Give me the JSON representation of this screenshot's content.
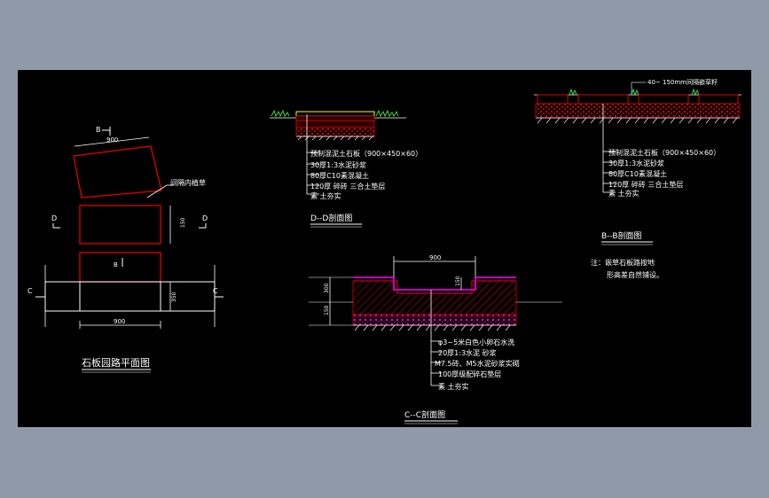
{
  "plan": {
    "title": "石板园路平面图",
    "label_b": "B",
    "label_b_lower": "B",
    "label_d": "D",
    "label_c": "C",
    "dim_width": "900",
    "dim_gap": "150",
    "dim_height": "350",
    "dim_bottom": "900",
    "note": "间隔内植草"
  },
  "section_dd": {
    "title": "D--D剖面图",
    "layers": [
      "预制混泥土石板（900×450×60）",
      "30厚1:3水泥砂浆",
      "80厚C10素混凝土",
      "120厚 碎砖 三合土垫层",
      "素 土夯实"
    ]
  },
  "section_bb": {
    "title": "B--B剖面图",
    "note": "40~ 150mm间隔嵌草籽",
    "layers": [
      "预制混泥土石板（900×450×60）",
      "30厚1:3水泥砂浆",
      "80厚C10素混凝土",
      "120厚 碎砖 三合土垫层",
      "素 土夯实"
    ],
    "remark_1": "注：嵌草石板路按地",
    "remark_2": "形高差自然铺设。"
  },
  "section_cc": {
    "title": "C--C剖面图",
    "dim_top": "900",
    "dim_step": "150",
    "dim_left_top": "300",
    "dim_left_bottom": "150",
    "layers": [
      "φ3~5米白色小卵石水洗",
      "20厚1:3水泥 砂浆",
      "M7.5砖、M5水泥砂浆实砌",
      "100厚级配碎石垫层",
      "素 土夯实"
    ]
  },
  "colors": {
    "background": "#8f9aa8",
    "canvas": "#000000",
    "red": "#e00000",
    "magenta": "#ff00ff",
    "yellow": "#ffff00",
    "green": "#40d040",
    "white": "#ffffff"
  }
}
